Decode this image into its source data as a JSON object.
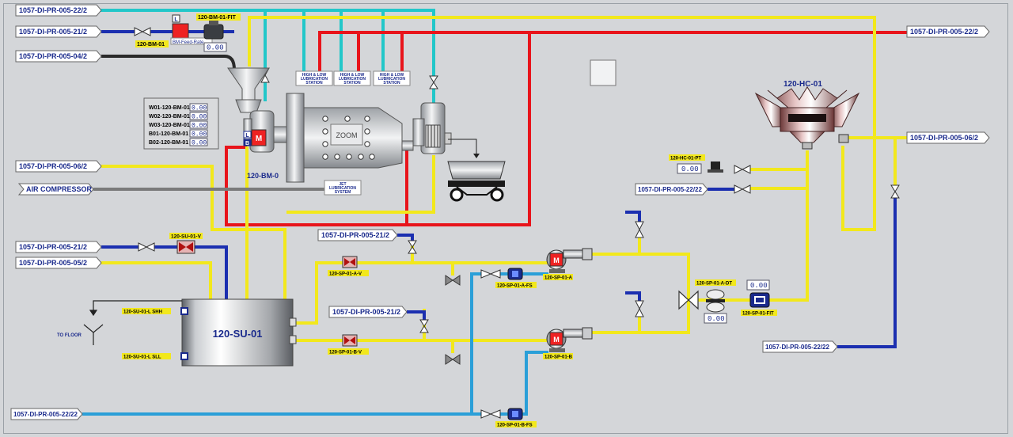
{
  "colors": {
    "background": "#d4d6d9",
    "cyan_line": "#22c7c9",
    "red_line": "#e8141b",
    "yellow_line": "#f2e81c",
    "blue_line": "#1b2fb0",
    "lightblue_line": "#2a9fd8",
    "gray_line": "#7a7a7a",
    "black_line": "#2a2a2a",
    "tag_text": "#1a2a8c"
  },
  "offpage": {
    "top_pr_022": "1057-DI-PR-005-22/2",
    "left_pr_021": "1057-DI-PR-005-21/2",
    "left_pr_04": "1057-DI-PR-005-04/2",
    "right_pr_022": "1057-DI-PR-005-22/2",
    "right_pr_06": "1057-DI-PR-005-06/2",
    "left_pr_06": "1057-DI-PR-005-06/2",
    "air_compressor": "AIR COMPRESSOR",
    "hc_pr_2222": "1057-DI-PR-005-22/22",
    "mid_pr_021a": "1057-DI-PR-005-21/2",
    "left_pr_021b": "1057-DI-PR-005-21/2",
    "left_pr_05": "1057-DI-PR-005-05/2",
    "mid_pr_021b": "1057-DI-PR-005-21/2",
    "right_pr_2222": "1057-DI-PR-005-22/22",
    "bottom_pr_2222": "1057-DI-PR-005-22/22"
  },
  "tags": {
    "bm_feeder": "120-BM-01",
    "bm_feeder_sub": "BM-Feed-Rate",
    "bm_fit": "120-BM-01-FIT",
    "ball_mill": "120-BM-0",
    "mill_zoom": "ZOOM",
    "hydrocyclone": "120-HC-01",
    "hc_pt": "120-HC-01-PT",
    "su_valve": "120-SU-01-V",
    "sump": "120-SU-01",
    "lshh": "120-SU-01-L SHH",
    "lsll": "120-SU-01-L SLL",
    "to_floor": "TO FLOOR",
    "spa_valve": "120-SP-01-A-V",
    "spb_valve": "120-SP-01-B-V",
    "spa_fs": "120-SP-01-A-FS",
    "spb_fs": "120-SP-01-B-FS",
    "pump_a": "120-SP-01-A",
    "pump_b": "120-SP-01-B",
    "sp_dt": "120-SP-01-A-DT",
    "sp_fit": "120-SP-01-FIT",
    "letter_l": "L",
    "letter_b": "B",
    "motor_m": "M"
  },
  "lube": [
    {
      "line1": "HIGH & LOW",
      "line2": "LUBRICATION",
      "line3": "STATION"
    },
    {
      "line1": "HIGH & LOW",
      "line2": "LUBRICATION",
      "line3": "STATION"
    },
    {
      "line1": "HIGH & LOW",
      "line2": "LUBRICATION",
      "line3": "STATION"
    }
  ],
  "jet": {
    "line1": "JET",
    "line2": "LUBRICATION",
    "line3": "SYSTEM"
  },
  "values": {
    "bm_fit": "0.00",
    "hc_pt": "0.00",
    "sp_dt": "0.00",
    "sp_fit": "0.00"
  },
  "mill_table": [
    {
      "label": "W01-120-BM-01",
      "value": "0.00"
    },
    {
      "label": "W02-120-BM-01",
      "value": "0.00"
    },
    {
      "label": "W03-120-BM-01",
      "value": "0.00"
    },
    {
      "label": "B01-120-BM-01",
      "value": "0.00"
    },
    {
      "label": "B02-120-BM-01",
      "value": "0.00"
    }
  ]
}
